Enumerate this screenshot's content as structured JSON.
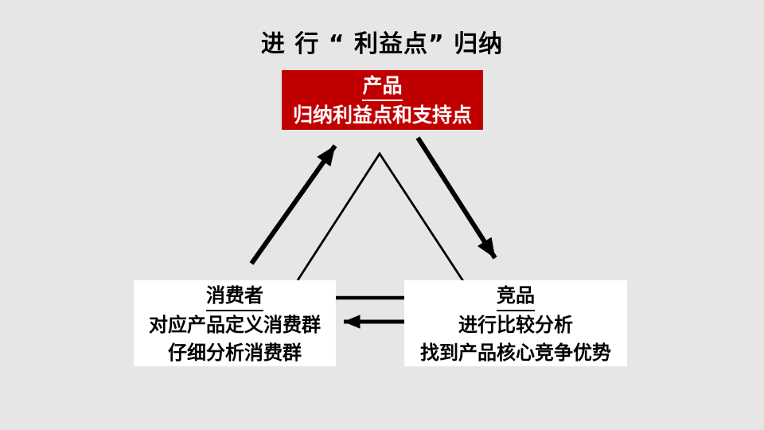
{
  "slide": {
    "title": "进 行 “ 利益点” 归纳",
    "background_color": "#E7E6E6"
  },
  "colors": {
    "product_box_fill": "#C00000",
    "product_box_text": "#FFFFFF",
    "white_box_fill": "#FFFFFF",
    "white_box_text": "#000000",
    "connector_color": "#000000",
    "title_color": "#000000"
  },
  "nodes": {
    "product": {
      "heading": "产品",
      "lines": [
        "归纳利益点和支持点"
      ]
    },
    "consumer": {
      "heading": "消费者",
      "lines": [
        "对应产品定义消费群",
        "仔细分析消费群"
      ]
    },
    "competitor": {
      "heading": "竞品",
      "lines": [
        "进行比较分析",
        "找到产品核心竞争优势"
      ]
    }
  }
}
